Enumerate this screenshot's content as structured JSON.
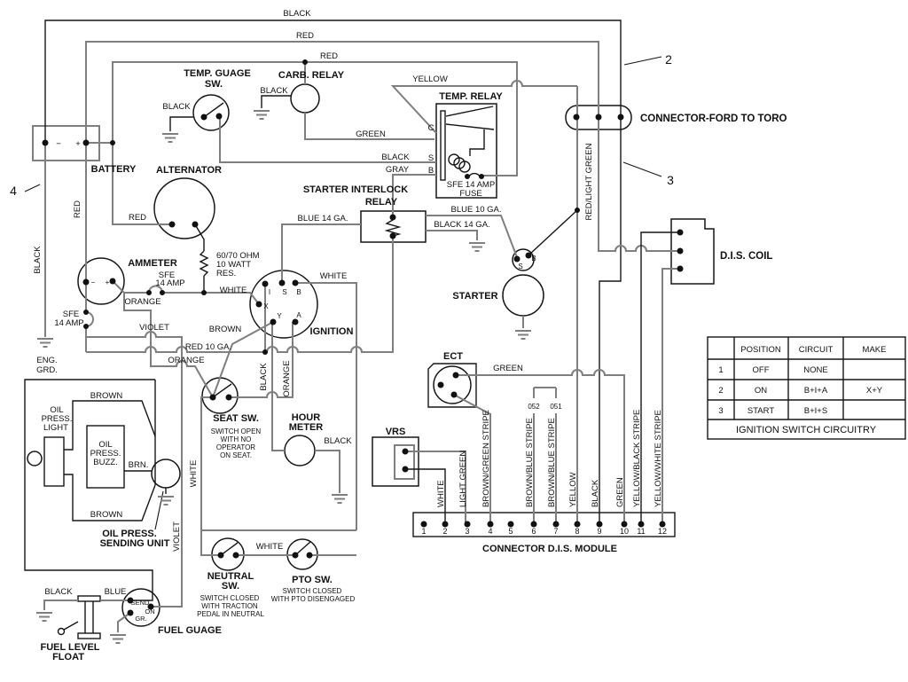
{
  "top": {
    "black": "BLACK",
    "red_a": "RED",
    "red_b": "RED"
  },
  "refs": {
    "n2": "2",
    "n3": "3",
    "n4": "4"
  },
  "battery": {
    "name": "BATTERY",
    "minus": "−",
    "plus": "+",
    "red_v": "RED"
  },
  "left": {
    "black_v": "BLACK",
    "eng1": "ENG.",
    "eng2": "GRD.",
    "sfe": "SFE",
    "amp": "14 AMP"
  },
  "alternator": {
    "name": "ALTERNATOR",
    "red": "RED"
  },
  "ammeter": {
    "name": "AMMETER",
    "minus": "−",
    "plus": "+",
    "sfe": "SFE",
    "amp": "14 AMP",
    "orange": "ORANGE"
  },
  "resistor": {
    "l1": "60/70 OHM",
    "l2": "10 WATT",
    "l3": "RES."
  },
  "tempsw": {
    "l1": "TEMP. GUAGE",
    "l2": "SW.",
    "black": "BLACK"
  },
  "carb": {
    "name": "CARB. RELAY",
    "black": "BLACK"
  },
  "temprelay": {
    "name": "TEMP. RELAY",
    "yellow": "YELLOW",
    "green": "GREEN",
    "black": "BLACK",
    "gray": "GRAY",
    "c": "C",
    "s": "S",
    "b": "B",
    "fuse1": "SFE 14 AMP",
    "fuse2": "FUSE"
  },
  "fordconn": {
    "name": "CONNECTOR-FORD TO TORO",
    "rlg": "RED/LIGHT GREEN"
  },
  "interlock": {
    "l1": "STARTER INTERLOCK",
    "l2": "RELAY",
    "blue14": "BLUE 14 GA.",
    "blue10": "BLUE 10 GA.",
    "black14": "BLACK 14 GA."
  },
  "ignition": {
    "name": "IGNITION",
    "i": "I",
    "s": "S",
    "b": "B",
    "x": "X",
    "y": "Y",
    "a": "A",
    "white": "WHITE",
    "white2": "WHITE",
    "violet": "VIOLET",
    "brown": "BROWN",
    "red10": "RED 10 GA.",
    "orange": "ORANGE",
    "black_v": "BLACK",
    "orange_v": "ORANGE"
  },
  "starter": {
    "name": "STARTER",
    "s": "S",
    "b": "B"
  },
  "ect": {
    "name": "ECT",
    "green": "GREEN"
  },
  "vrs": {
    "name": "VRS"
  },
  "seat": {
    "l1": "SEAT SW.",
    "l2": "SWITCH OPEN",
    "l3": "WITH NO",
    "l4": "OPERATOR",
    "l5": "ON SEAT.",
    "white_v": "WHITE"
  },
  "hour": {
    "l1": "HOUR",
    "l2": "METER",
    "black": "BLACK"
  },
  "oil": {
    "light1": "OIL",
    "light2": "PRESS.",
    "light3": "LIGHT",
    "buzz1": "OIL",
    "buzz2": "PRESS.",
    "buzz3": "BUZZ.",
    "brn": "BRN.",
    "brown_t": "BROWN",
    "brown_b": "BROWN",
    "send1": "OIL PRESS.",
    "send2": "SENDING UNIT",
    "violet_v": "VIOLET"
  },
  "fuel": {
    "black": "BLACK",
    "blue": "BLUE",
    "send": "SEND",
    "on": "ON",
    "gr": "GR.",
    "gauge": "FUEL GUAGE",
    "float1": "FUEL LEVEL",
    "float2": "FLOAT"
  },
  "neutral": {
    "l1": "NEUTRAL",
    "l2": "SW.",
    "l3": "SWITCH CLOSED",
    "l4": "WITH TRACTION",
    "l5": "PEDAL IN NEUTRAL",
    "white": "WHITE"
  },
  "pto": {
    "l1": "PTO SW.",
    "l2": "SWITCH CLOSED",
    "l3": "WITH PTO DISENGAGED"
  },
  "dis": {
    "coil": "D.I.S. COIL",
    "module": "CONNECTOR D.I.S. MODULE",
    "t052": "052",
    "t051": "051",
    "pins": [
      "1",
      "2",
      "3",
      "4",
      "5",
      "6",
      "7",
      "8",
      "9",
      "10",
      "11",
      "12"
    ],
    "wires": {
      "p2": "WHITE",
      "p3": "LIGHT GREEN",
      "p4": "BROWN/GREEN STRIPE",
      "p6": "BROWN/BLUE STRIPE",
      "p7": "BROWN/BLUE STRIPE",
      "p8": "YELLOW",
      "p9": "BLACK",
      "p10": "GREEN",
      "p11": "YELLOW/BLACK STRIPE",
      "p12": "YELLOW/WHITE STRIPE"
    }
  },
  "table": {
    "h2": "POSITION",
    "h3": "CIRCUIT",
    "h4": "MAKE",
    "rows": [
      [
        "1",
        "OFF",
        "NONE",
        ""
      ],
      [
        "2",
        "ON",
        "B+I+A",
        "X+Y"
      ],
      [
        "3",
        "START",
        "B+I+S",
        ""
      ]
    ],
    "footer": "IGNITION SWITCH CIRCUITRY"
  }
}
